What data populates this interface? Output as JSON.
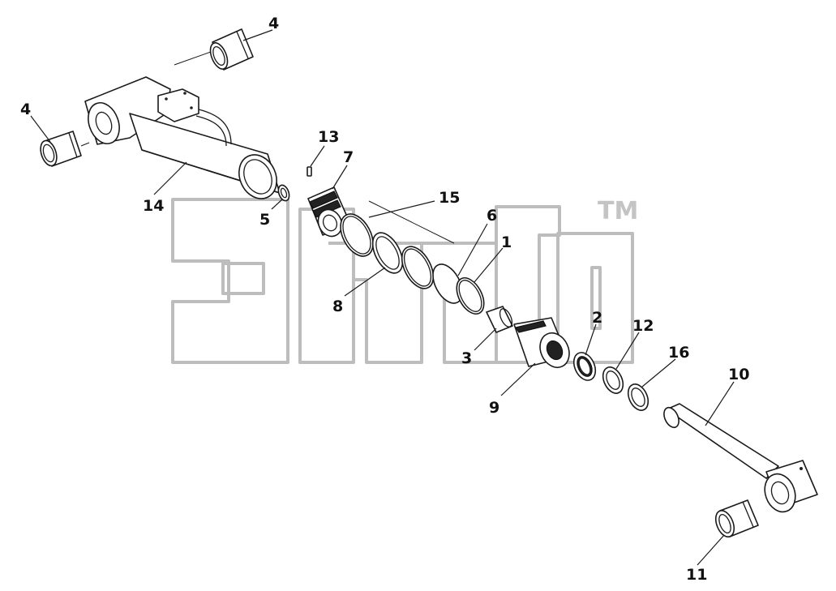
{
  "watermark": {
    "trademark": "TM"
  },
  "callouts": {
    "c4a": "4",
    "c4b": "4",
    "c13": "13",
    "c7": "7",
    "c14": "14",
    "c5": "5",
    "c15": "15",
    "c6": "6",
    "c1": "1",
    "c8": "8",
    "c2": "2",
    "c12": "12",
    "c16": "16",
    "c3": "3",
    "c9": "9",
    "c10": "10",
    "c11": "11"
  },
  "colors": {
    "line": "#1a1a1a",
    "watermark": "#bdbdbd"
  }
}
